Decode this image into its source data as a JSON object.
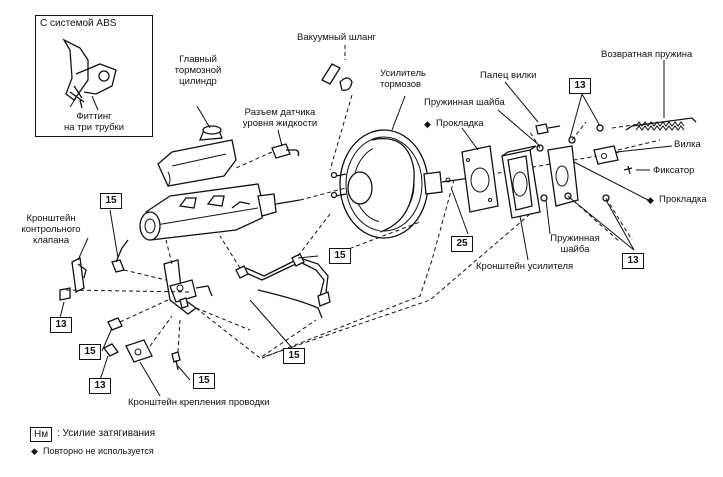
{
  "inset": {
    "title": "С системой ABS",
    "fitting": "Фиттинг\nна три трубки"
  },
  "labels": {
    "vacuum_hose": "Вакуумный шланг",
    "master_cylinder": "Главный\nтормозной\nцилиндр",
    "level_sensor": "Разъем датчика\nуровня жидкости",
    "booster": "Усилитель\nтормозов",
    "fork_pin": "Палец вилки",
    "return_spring": "Возвратная пружина",
    "spring_washer_top": "Пружинная шайба",
    "gasket_left": "Прокладка",
    "fork": "Вилка",
    "retainer": "Фиксатор",
    "gasket_right": "Прокладка",
    "check_valve_bracket": "Кронштейн\nконтрольного\nклапана",
    "spring_washer_bottom": "Пружинная\nшайба",
    "booster_bracket": "Кронштейн усилителя",
    "wiring_bracket": "Кронштейн крепления проводки"
  },
  "torques": {
    "t_13_top": "13",
    "t_15_left": "15",
    "t_15_pipe": "15",
    "t_25": "25",
    "t_13_right": "13",
    "t_13_a": "13",
    "t_15_b": "15",
    "t_15_c": "15",
    "t_13_d": "13",
    "t_15_e": "15"
  },
  "legend": {
    "unit": "Нм",
    "torque_text": ": Усилие затягивания",
    "no_reuse": "Повторно не используется",
    "diamond": "◆"
  }
}
